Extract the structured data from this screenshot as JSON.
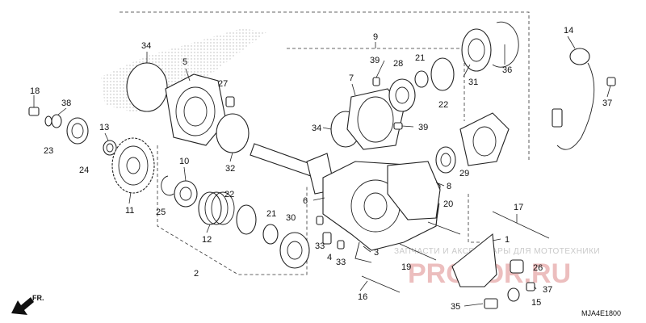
{
  "diagram": {
    "code": "MJA4E1800",
    "direction_label": "FR.",
    "watermark_text": "ЗАПЧАСТИ И АКСЕССУАРЫ ДЛЯ МОТОТЕХНИКИ",
    "watermark_logo": "PRO..OR.RU",
    "callouts": [
      {
        "id": "c1",
        "label": "1"
      },
      {
        "id": "c2",
        "label": "2"
      },
      {
        "id": "c3",
        "label": "3"
      },
      {
        "id": "c4",
        "label": "4"
      },
      {
        "id": "c5",
        "label": "5"
      },
      {
        "id": "c6",
        "label": "6"
      },
      {
        "id": "c7",
        "label": "7"
      },
      {
        "id": "c8",
        "label": "8"
      },
      {
        "id": "c9",
        "label": "9"
      },
      {
        "id": "c10",
        "label": "10"
      },
      {
        "id": "c11",
        "label": "11"
      },
      {
        "id": "c12",
        "label": "12"
      },
      {
        "id": "c13",
        "label": "13"
      },
      {
        "id": "c14",
        "label": "14"
      },
      {
        "id": "c15",
        "label": "15"
      },
      {
        "id": "c16",
        "label": "16"
      },
      {
        "id": "c17",
        "label": "17"
      },
      {
        "id": "c18",
        "label": "18"
      },
      {
        "id": "c19",
        "label": "19"
      },
      {
        "id": "c20",
        "label": "20"
      },
      {
        "id": "c21a",
        "label": "21"
      },
      {
        "id": "c21b",
        "label": "21"
      },
      {
        "id": "c22a",
        "label": "22"
      },
      {
        "id": "c22b",
        "label": "22"
      },
      {
        "id": "c23",
        "label": "23"
      },
      {
        "id": "c24",
        "label": "24"
      },
      {
        "id": "c25",
        "label": "25"
      },
      {
        "id": "c26",
        "label": "26"
      },
      {
        "id": "c27",
        "label": "27"
      },
      {
        "id": "c28",
        "label": "28"
      },
      {
        "id": "c29",
        "label": "29"
      },
      {
        "id": "c30",
        "label": "30"
      },
      {
        "id": "c31",
        "label": "31"
      },
      {
        "id": "c32",
        "label": "32"
      },
      {
        "id": "c33a",
        "label": "33"
      },
      {
        "id": "c33b",
        "label": "33"
      },
      {
        "id": "c34a",
        "label": "34"
      },
      {
        "id": "c34b",
        "label": "34"
      },
      {
        "id": "c35",
        "label": "35"
      },
      {
        "id": "c36",
        "label": "36"
      },
      {
        "id": "c37a",
        "label": "37"
      },
      {
        "id": "c37b",
        "label": "37"
      },
      {
        "id": "c38",
        "label": "38"
      },
      {
        "id": "c39a",
        "label": "39"
      },
      {
        "id": "c39b",
        "label": "39"
      }
    ]
  }
}
